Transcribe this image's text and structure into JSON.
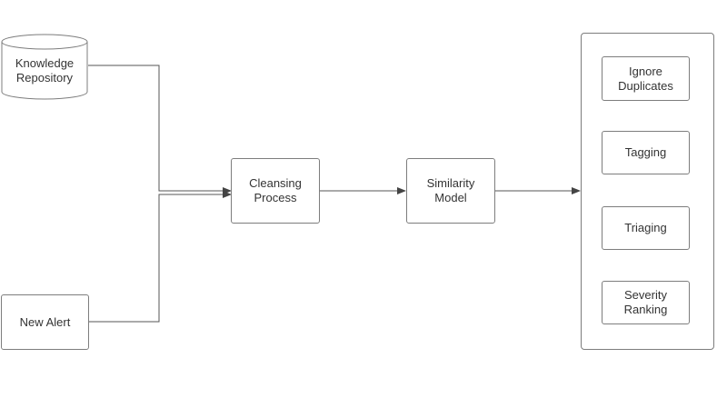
{
  "nodes": {
    "knowledge_repository": "Knowledge\nRepository",
    "new_alert": "New Alert",
    "cleansing_process": "Cleansing\nProcess",
    "similarity_model": "Similarity\nModel",
    "ignore_duplicates": "Ignore\nDuplicates",
    "tagging": "Tagging",
    "triaging": "Triaging",
    "severity_ranking": "Severity\nRanking"
  },
  "colors": {
    "stroke": "#7d7d7d",
    "edge": "#555555",
    "text": "#333333"
  }
}
